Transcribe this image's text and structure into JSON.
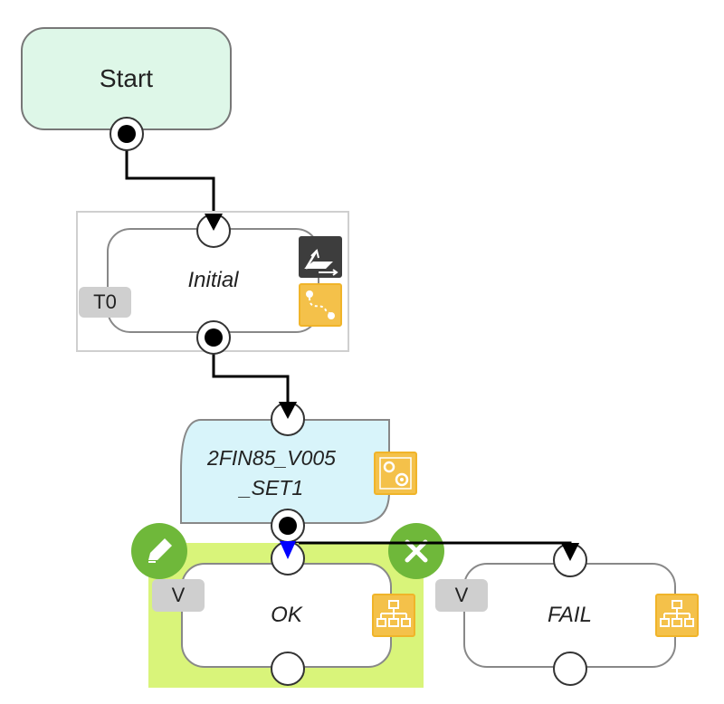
{
  "nodes": {
    "start": {
      "label": "Start",
      "fill": "#def7e8"
    },
    "initial": {
      "label": "Initial",
      "tag": "T0"
    },
    "process": {
      "label_line1": "2FIN85_V005",
      "label_line2": "_SET1",
      "fill": "#d8f4fa"
    },
    "ok": {
      "label": "OK",
      "tag": "V",
      "highlight": "#d9f47a"
    },
    "fail": {
      "label": "FAIL",
      "tag": "V"
    }
  },
  "actions": {
    "edit_color": "#6fb83a",
    "delete_color": "#6fb83a"
  },
  "icons": {
    "transition": "transition-icon",
    "path": "path-icon",
    "settings": "settings-icon",
    "hierarchy": "hierarchy-icon"
  },
  "colors": {
    "badge": "#f4c14a",
    "edge": "#000000",
    "active_arrow": "#0000ff",
    "node_border": "#888888"
  }
}
